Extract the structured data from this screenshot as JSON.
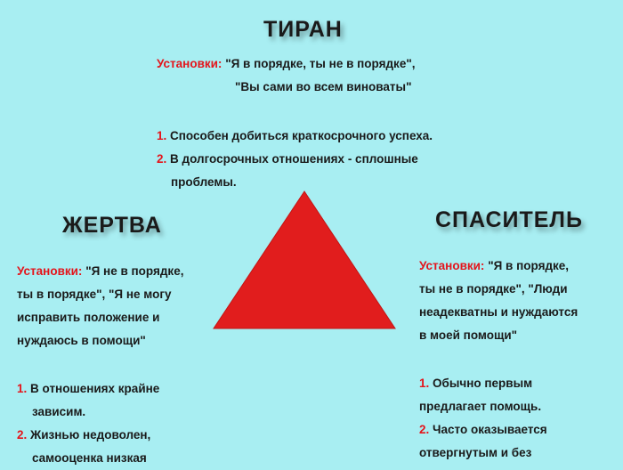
{
  "colors": {
    "background": "#a8eef2",
    "accent": "#e4141b",
    "triangle": "#e11d1d",
    "text": "#1a1a1a"
  },
  "tyrant": {
    "title": "ТИРАН",
    "label": "Установки:",
    "attitude_line1": "\"Я в порядке, ты не в порядке\",",
    "attitude_line2": "\"Вы сами во всем виноваты\"",
    "items": [
      {
        "num": "1.",
        "line1": "Способен добиться краткосрочного успеха."
      },
      {
        "num": "2.",
        "line1": "В долгосрочных отношениях - сплошные",
        "line2": "проблемы."
      }
    ]
  },
  "victim": {
    "title": "ЖЕРТВА",
    "label": "Установки:",
    "attitude_line1": "\"Я не в порядке,",
    "attitude_line2": "ты в порядке\", \"Я не могу",
    "attitude_line3": "исправить положение и",
    "attitude_line4": "нуждаюсь в помощи\"",
    "items": [
      {
        "num": "1.",
        "line1": "В отношениях крайне",
        "line2": "зависим."
      },
      {
        "num": "2.",
        "line1": "Жизнью недоволен,",
        "line2": "самооценка низкая"
      }
    ]
  },
  "rescuer": {
    "title": "СПАСИТЕЛЬ",
    "label": "Установки:",
    "attitude_line1": "\"Я в порядке,",
    "attitude_line2": "ты не в порядке\", \"Люди",
    "attitude_line3": "неадекватны и нуждаются",
    "attitude_line4": "в моей помощи\"",
    "items": [
      {
        "num": "1.",
        "line1": "Обычно первым",
        "line2": "предлагает помощь."
      },
      {
        "num": "2.",
        "line1": "Часто оказывается",
        "line2": "отвергнутым и без"
      }
    ]
  }
}
